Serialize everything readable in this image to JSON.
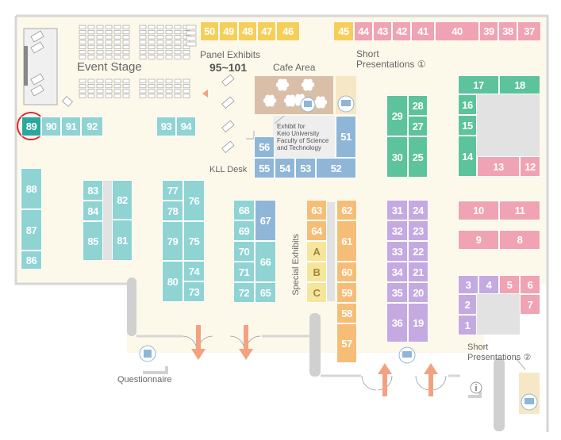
{
  "colors": {
    "floor": "#fcf8ea",
    "wall": "#d0d0d0",
    "teal": "#8fd3d3",
    "teal_dark": "#2aa89d",
    "yellow": "#f6cf5a",
    "pink": "#f0a3b3",
    "blue": "#8fb6d6",
    "green": "#5cc39b",
    "orange": "#f6bd76",
    "purple": "#c4aae0",
    "special": "#f6e69c",
    "cafe": "#d9bfa8",
    "arrow": "#f2a281",
    "highlight_ring": "#e2272f",
    "grey_block": "#e2e2e2"
  },
  "labels": {
    "event_stage": "Event Stage",
    "panel_exhibits": "Panel Exhibits",
    "panel_range": "95~101",
    "cafe_area": "Cafe Area",
    "short_pres_1_line1": "Short",
    "short_pres_1_line2": "Presentations ①",
    "short_pres_2_line1": "Short",
    "short_pres_2_line2": "Presentations ②",
    "keio_line1": "Exhibit for",
    "keio_line2": "Keio University",
    "keio_line3": "Faculty of Science",
    "keio_line4": "and Technology",
    "kll_desk": "KLL Desk",
    "special_exhibits": "Special Exhibits",
    "questionnaire": "Questionnaire"
  },
  "highlighted_booth": "89",
  "booths": [
    {
      "id": "50",
      "color": "yellow"
    },
    {
      "id": "49",
      "color": "yellow"
    },
    {
      "id": "48",
      "color": "yellow"
    },
    {
      "id": "47",
      "color": "yellow"
    },
    {
      "id": "46",
      "color": "yellow"
    },
    {
      "id": "45",
      "color": "yellow"
    },
    {
      "id": "44",
      "color": "pink"
    },
    {
      "id": "43",
      "color": "pink"
    },
    {
      "id": "42",
      "color": "pink"
    },
    {
      "id": "41",
      "color": "pink"
    },
    {
      "id": "40",
      "color": "pink"
    },
    {
      "id": "39",
      "color": "pink"
    },
    {
      "id": "38",
      "color": "pink"
    },
    {
      "id": "37",
      "color": "pink"
    },
    {
      "id": "89",
      "color": "teal_dark"
    },
    {
      "id": "90",
      "color": "teal"
    },
    {
      "id": "91",
      "color": "teal"
    },
    {
      "id": "92",
      "color": "teal"
    },
    {
      "id": "93",
      "color": "teal"
    },
    {
      "id": "94",
      "color": "teal"
    },
    {
      "id": "88",
      "color": "teal"
    },
    {
      "id": "87",
      "color": "teal"
    },
    {
      "id": "86",
      "color": "teal"
    },
    {
      "id": "83",
      "color": "teal"
    },
    {
      "id": "84",
      "color": "teal"
    },
    {
      "id": "85",
      "color": "teal"
    },
    {
      "id": "82",
      "color": "teal"
    },
    {
      "id": "81",
      "color": "teal"
    },
    {
      "id": "77",
      "color": "teal"
    },
    {
      "id": "78",
      "color": "teal"
    },
    {
      "id": "79",
      "color": "teal"
    },
    {
      "id": "80",
      "color": "teal"
    },
    {
      "id": "76",
      "color": "teal"
    },
    {
      "id": "75",
      "color": "teal"
    },
    {
      "id": "74",
      "color": "teal"
    },
    {
      "id": "73",
      "color": "teal"
    },
    {
      "id": "68",
      "color": "teal"
    },
    {
      "id": "69",
      "color": "teal"
    },
    {
      "id": "70",
      "color": "teal"
    },
    {
      "id": "71",
      "color": "teal"
    },
    {
      "id": "72",
      "color": "teal"
    },
    {
      "id": "67",
      "color": "blue"
    },
    {
      "id": "66",
      "color": "teal"
    },
    {
      "id": "65",
      "color": "teal"
    },
    {
      "id": "56",
      "color": "blue"
    },
    {
      "id": "55",
      "color": "blue"
    },
    {
      "id": "54",
      "color": "blue"
    },
    {
      "id": "53",
      "color": "blue"
    },
    {
      "id": "52",
      "color": "blue"
    },
    {
      "id": "51",
      "color": "blue"
    },
    {
      "id": "63",
      "color": "orange"
    },
    {
      "id": "64",
      "color": "orange"
    },
    {
      "id": "A",
      "color": "special"
    },
    {
      "id": "B",
      "color": "special"
    },
    {
      "id": "C",
      "color": "special"
    },
    {
      "id": "62",
      "color": "orange"
    },
    {
      "id": "61",
      "color": "orange"
    },
    {
      "id": "60",
      "color": "orange"
    },
    {
      "id": "59",
      "color": "orange"
    },
    {
      "id": "58",
      "color": "orange"
    },
    {
      "id": "57",
      "color": "orange"
    },
    {
      "id": "29",
      "color": "green"
    },
    {
      "id": "28",
      "color": "green"
    },
    {
      "id": "27",
      "color": "green"
    },
    {
      "id": "30",
      "color": "green"
    },
    {
      "id": "25",
      "color": "green"
    },
    {
      "id": "31",
      "color": "purple"
    },
    {
      "id": "24",
      "color": "purple"
    },
    {
      "id": "32",
      "color": "purple"
    },
    {
      "id": "23",
      "color": "purple"
    },
    {
      "id": "33",
      "color": "purple"
    },
    {
      "id": "22",
      "color": "purple"
    },
    {
      "id": "34",
      "color": "purple"
    },
    {
      "id": "21",
      "color": "purple"
    },
    {
      "id": "35",
      "color": "purple"
    },
    {
      "id": "20",
      "color": "purple"
    },
    {
      "id": "36",
      "color": "purple"
    },
    {
      "id": "19",
      "color": "purple"
    },
    {
      "id": "17",
      "color": "green"
    },
    {
      "id": "18",
      "color": "green"
    },
    {
      "id": "16",
      "color": "green"
    },
    {
      "id": "15",
      "color": "green"
    },
    {
      "id": "14",
      "color": "green"
    },
    {
      "id": "13",
      "color": "pink"
    },
    {
      "id": "12",
      "color": "pink"
    },
    {
      "id": "10",
      "color": "pink"
    },
    {
      "id": "11",
      "color": "pink"
    },
    {
      "id": "9",
      "color": "pink"
    },
    {
      "id": "8",
      "color": "pink"
    },
    {
      "id": "3",
      "color": "purple"
    },
    {
      "id": "4",
      "color": "purple"
    },
    {
      "id": "5",
      "color": "pink"
    },
    {
      "id": "6",
      "color": "pink"
    },
    {
      "id": "7",
      "color": "pink"
    },
    {
      "id": "2",
      "color": "purple"
    },
    {
      "id": "1",
      "color": "purple"
    }
  ],
  "icons": [
    "presentation-screen-icon",
    "questionnaire-icon",
    "info-icon",
    "flower-icon",
    "entrance-arrow-icon",
    "door-icon"
  ]
}
